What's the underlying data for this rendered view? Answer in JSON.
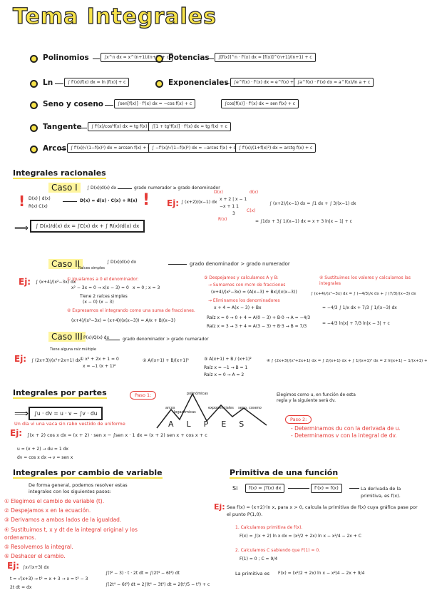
{
  "title": "Tema Integrales",
  "top": {
    "polinomios": {
      "label": "Polinomios",
      "formula": "∫x^n dx = x^(n+1)/(n+1) + c"
    },
    "potencias": {
      "label": "Potencias",
      "formula": "∫[f(x)]^n · f'(x) dx = [f(x)]^(n+1)/(n+1) + c"
    },
    "ln": {
      "label": "Ln",
      "formula": "∫ f'(x)/f(x) dx = ln |f(x)| + c"
    },
    "exponenciales": {
      "label": "Exponenciales",
      "formula1": "∫e^f(x) · f'(x) dx = e^f(x) + c",
      "formula2": "∫a^f(x) · f'(x) dx = a^f(x)/ln a + c"
    },
    "seno": {
      "label": "Seno y coseno",
      "formula1": "∫sen[f(x)] · f'(x) dx = −cos f(x) + c",
      "formula2": "∫cos[f(x)] · f'(x) dx = sen f(x) + c"
    },
    "tangente": {
      "label": "Tangente",
      "formula1": "∫ f'(x)/cos²f(x) dx = tg f(x) + c",
      "formula2": "∫[1 + tg²f(x)] · f'(x) dx = tg f(x) + c"
    },
    "arcos": {
      "label": "Arcos",
      "formula1": "∫ f'(x)/√(1−f(x)²) dx = arcsen f(x) + c",
      "formula2": "∫ −f'(x)/√(1−f(x)²) dx = −arcos f(x) + c",
      "formula3": "∫ f'(x)/(1+f(x)²) dx = arctg f(x) + c"
    }
  },
  "racionales": {
    "heading": "Integrales racionales",
    "caso1": {
      "label": "Caso I",
      "integral": "∫ D(x)/d(x) dx",
      "condition": "grado numerador ≥ grado denominador",
      "division": "D(x) | d(x)",
      "rest": "R(x)   C(x)",
      "identity": "D(x) = d(x) · C(x) + R(x)",
      "boxed": "∫ D(x)/d(x) dx = ∫C(x) dx + ∫ R(x)/d(x) dx",
      "ej": "Ej:",
      "example": "∫ (x+2)/(x−1) dx",
      "division_ex": "x + 2 | x − 1",
      "quotient_ex": "−x + 1    1",
      "rest_ex": "3",
      "tags": [
        "D(x)",
        "d(x)",
        "C(x)",
        "R(x)"
      ],
      "result1": "∫ (x+2)/(x−1) dx = ∫1 dx + ∫ 3/(x−1) dx",
      "result2": "= ∫1dx + 3∫ 1/(x−1) dx = x + 3 ln|x − 1| + c"
    },
    "caso2": {
      "label": "Caso II",
      "integral": "∫ D(x)/d(x) dx",
      "condition": "grado denominador > grado numerador",
      "roots_note": "Raíces simples",
      "ej": "Ej:",
      "example": "∫ (x+4)/(x²−3x) dx",
      "step1_title": "① Igualamos a 0 el denominador:",
      "step1_a": "x² − 3x = 0 → x(x − 3) = 0",
      "step1_b": "x = 0 ; x = 3",
      "step1_c": "Tiene 2 raíces simples",
      "step1_d": "(x − 0)   (x − 3)",
      "step2_title": "② Expresamos el integrando como una suma de fracciones.",
      "step2_a": "(x+4)/(x²−3x) = (x+4)/(x(x−3)) = A/x + B/(x−3)",
      "step3_title": "③ Despejamos y calculamos A y B:",
      "step3_a": "→ Sumamos con mcm de fracciones",
      "step3_b": "(x+4)/(x²−3x) = (A(x−3) + Bx)/(x(x−3))",
      "step3_c": "→ Eliminamos los denominadores",
      "step3_d": "x + 4 = A(x − 3) + Bx",
      "step3_e": "Raíz x = 0 → 0 + 4 = A(0 − 3) + B·0 → A = −4/3",
      "step3_f": "Raíz x = 3 → 3 + 4 = A(3 − 3) + B·3 → B = 7/3",
      "step4_title": "④ Sustituimos los valores y calculamos las integrales",
      "step4_a": "∫ (x+4)/(x²−3x) dx = ∫ (−4/3)/x dx + ∫ (7/3)/(x−3) dx",
      "step4_b": "= −4/3 ∫ 1/x dx + 7/3 ∫ 1/(x−3) dx",
      "step4_c": "= −4/3 ln|x| + 7/3 ln|x − 3| + c"
    },
    "caso3": {
      "label": "Caso III",
      "integral": "∫ P(x)/Q(x) dx",
      "condition": "grado denominador > grado numerador",
      "roots_note": "Tiene alguna raíz múltiple",
      "ej": "Ej:",
      "example": "∫ (2x+3)/(x²+2x+1) dx",
      "s1_a": "① x² + 2x + 1 = 0",
      "s1_b": "x = −1 (x + 1)²",
      "s2": "② A/(x+1) + B/(x+1)²",
      "s3_a": "③ A(x+1) + B / (x+1)²",
      "s3_b": "Raíz x = −1 → B = 1",
      "s3_c": "Raíz x = 0 → A = 2",
      "s4": "④ ∫ (2x+3)/(x²+2x+1) dx = ∫ 2/(x+1) dx + ∫ 1/(x+1)² dx = 2 ln|x+1| − 1/(x+1) + c"
    }
  },
  "partes": {
    "heading": "Integrales por partes",
    "formula": "∫u · dv = u · v − ∫v · du",
    "note": "Un día vi una vaca sin rabo vestido de uniforme",
    "paso1": "Paso 1:",
    "paso2": "Paso 2:",
    "alpes_letters": [
      "A",
      "L",
      "P",
      "E",
      "S"
    ],
    "alpes_words": [
      "arcos",
      "logarítmicas",
      "polinómicas",
      "exponenciales",
      "seno, coseno"
    ],
    "elegimos": "Elegimos como u, en función de esta regla y la siguiente será dv.",
    "determine1": "- Determinamos du con la derivada de u.",
    "determine2": "- Determinamos v con la integral de dv.",
    "ej": "Ej:",
    "example": "∫(x + 2) cos x dx = (x + 2) · sen x − ∫sen x · 1 dx = (x + 2) sen x + cos x + c",
    "u_line": "u = (x + 2) → du = 1 dx",
    "dv_line": "dv = cos x dx → v = sen x"
  },
  "variable": {
    "heading": "Integrales por cambio de variable",
    "intro": "De forma general, podemos resolver estas integrales con los siguientes pasos:",
    "steps": [
      "① Elegimos el cambio de variable (t).",
      "② Despejamos x en la ecuación.",
      "③ Derivamos a ambos lados de la igualdad.",
      "④ Sustituimos t, x y dt de la integral original y los ordenamos.",
      "⑤ Resolvemos la integral.",
      "⑥ Deshacer el cambio."
    ],
    "ej": "Ej:",
    "example": "∫x√(x+3) dx",
    "t_line": "t = √(x+3) → t² = x + 3 → x = t² − 3",
    "dx_line": "2t dt = dx",
    "sub1": "∫(t² − 3) · t · 2t dt = ∫(2t⁴ − 6t²) dt",
    "sub2": "∫(2t⁴ − 6t²) dt = 2∫(t⁴ − 3t²) dt = 2(t⁵/5 − t³) + c"
  },
  "primitiva": {
    "heading": "Primitiva de una función",
    "si": "Si",
    "box1": "f(x) = ∫f(x) dx",
    "box2": "f'(x) = f(x)",
    "desc": "La derivada de la primitiva, es f(x).",
    "ej": "Ej:",
    "example": "Sea f(x) = (x+2)·ln x, para x > 0, calcula la primitiva de f(x) cuya gráfica pase por el punto P(1,0).",
    "step1_title": "1. Calculamos primitiva de f(x).",
    "step1": "F(x) = ∫(x + 2) ln x dx = (x²/2 + 2x) ln x − x²/4 − 2x + C",
    "step2_title": "2. Calculamos C sabiendo que F(1) = 0.",
    "step2": "F(1) = 0 ; C = 9/4",
    "result_lbl": "La primitiva es",
    "result": "F(x) = (x²/2 + 2x) ln x − x²/4 − 2x + 9/4"
  }
}
